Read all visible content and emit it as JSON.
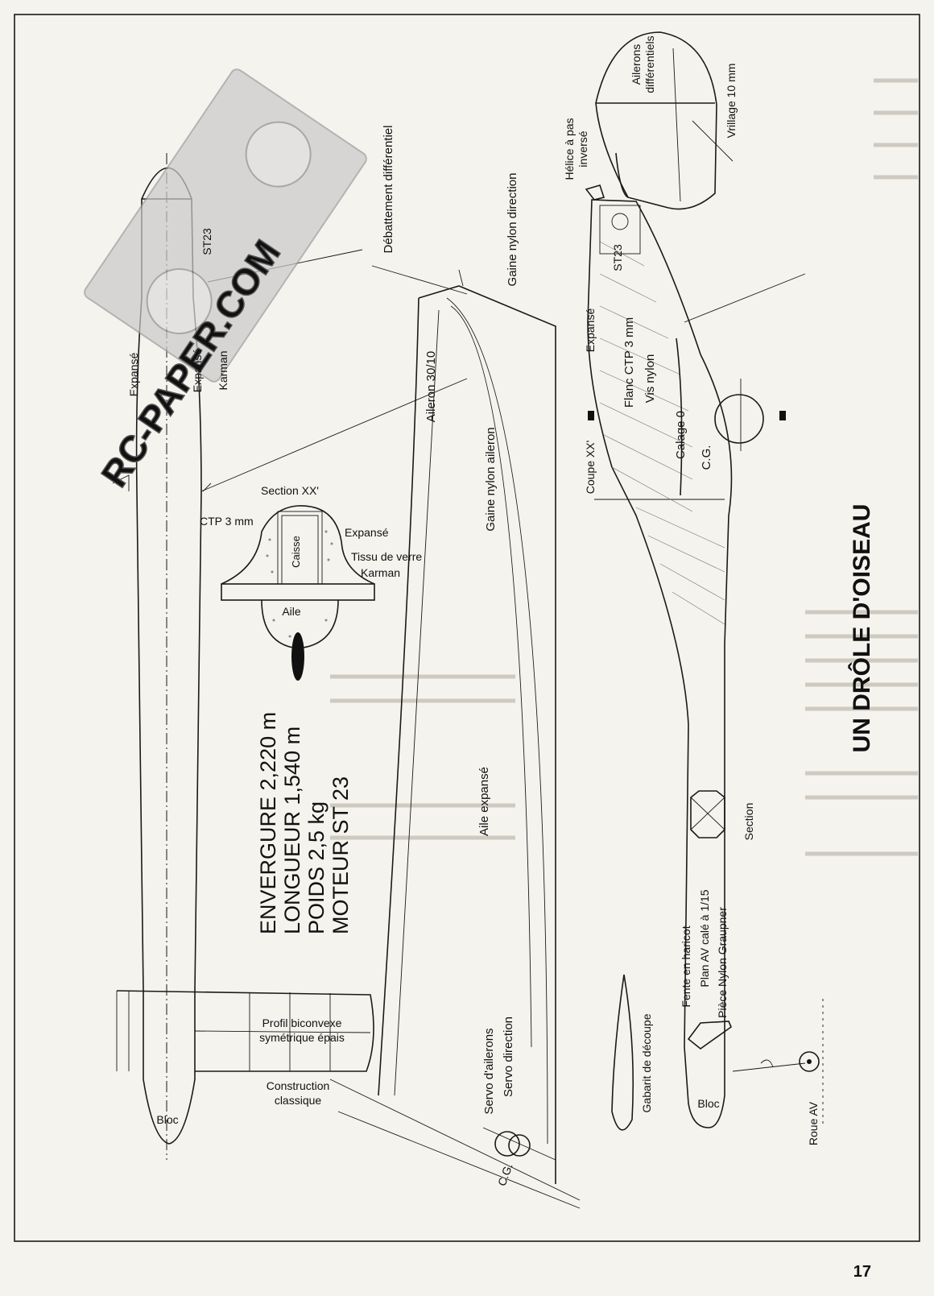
{
  "title": "UN DRÔLE D'OISEAU",
  "page_number": "17",
  "watermark": "RC-PAPER.COM",
  "specs": {
    "line1": "ENVERGURE 2,220 m",
    "line2": "LONGUEUR 1,540 m",
    "line3": "POIDS 2,5 kg",
    "line4": "MOTEUR ST 23"
  },
  "top_view": {
    "engine": "ST23",
    "expanse_left": "Expansé",
    "expanse_right": "Expansé",
    "karman": "Karman",
    "debattement": "Débattement différentiel",
    "profil": "Profil biconvexe",
    "profil2": "symétrique épais",
    "construction": "Construction",
    "construction2": "classique",
    "bloc": "Bloc"
  },
  "section": {
    "title": "Section XX'",
    "ctp": "CTP 3 mm",
    "caisse": "Caisse",
    "expanse": "Expansé",
    "tissu": "Tissu de verre",
    "karman": "Karman",
    "aile": "Aile"
  },
  "wing": {
    "aileron": "Aileron 30/10",
    "gaine_direction": "Gaine nylon direction",
    "gaine_aileron": "Gaine nylon aileron",
    "aile_expanse": "Aile expansé",
    "servo_ailerons": "Servo d'ailerons",
    "servo_direction": "Servo direction",
    "cg": "C.G."
  },
  "side_view": {
    "ailerons_diff": "Ailerons",
    "ailerons_diff2": "différentiels",
    "vrillage": "Vrillage 10 mm",
    "helice": "Hélice à pas",
    "helice2": "inversé",
    "engine": "ST23",
    "expanse": "Expansé",
    "flanc": "Flanc CTP 3 mm",
    "vis": "Vis nylon",
    "calage": "Calage 0",
    "cg": "C.G.",
    "coupe": "Coupe XX'",
    "section": "Section",
    "fente": "Fente en haricot",
    "plan_av": "Plan AV calé à 1/15",
    "piece": "Pièce Nylon Graupner",
    "gabarit": "Gabarit de découpe",
    "roue": "Roue AV",
    "bloc": "Bloc"
  }
}
